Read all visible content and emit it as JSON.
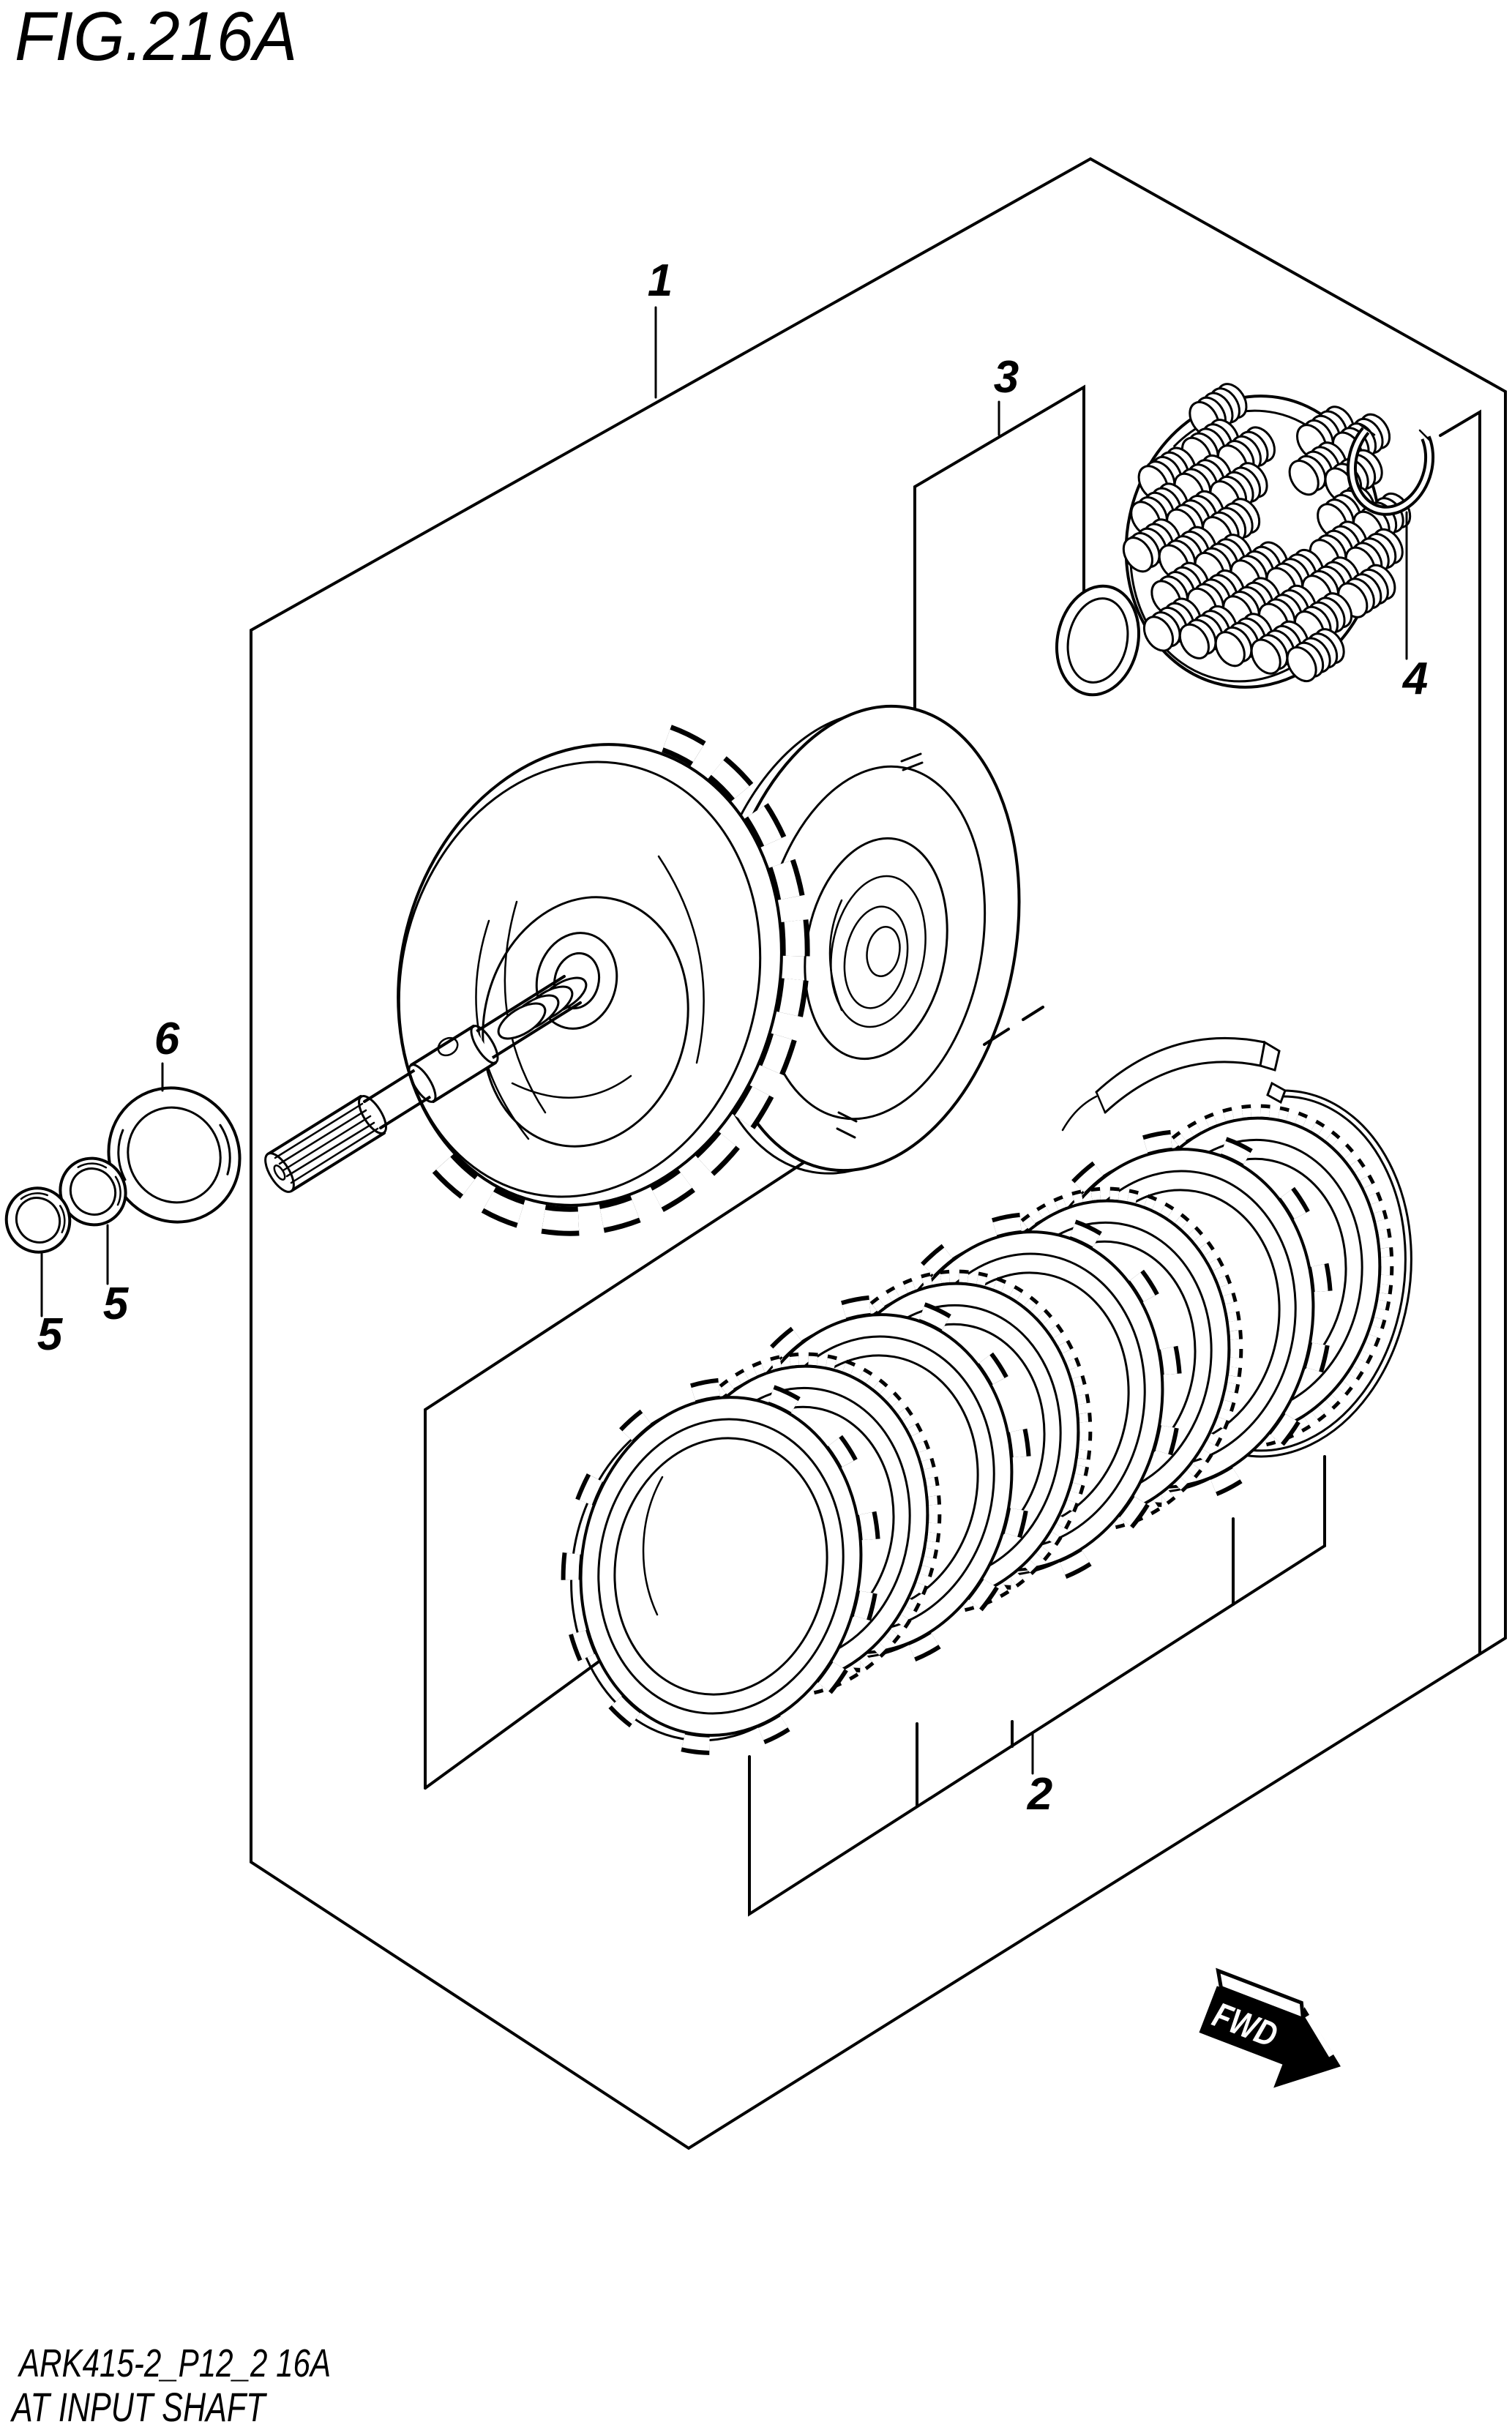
{
  "title": "FIG.216A",
  "footer": {
    "code": "ARK415-2_P12_2 16A",
    "caption": "AT INPUT SHAFT"
  },
  "fwd": {
    "label": "FWD"
  },
  "callouts": [
    {
      "id": "1",
      "label": "1"
    },
    {
      "id": "3",
      "label": "3"
    },
    {
      "id": "4",
      "label": "4"
    },
    {
      "id": "6",
      "label": "6"
    },
    {
      "id": "5a",
      "label": "5"
    },
    {
      "id": "5b",
      "label": "5"
    },
    {
      "id": "2",
      "label": "2"
    }
  ],
  "colors": {
    "line": "#000000",
    "background": "#ffffff",
    "arrow_fill": "#000000",
    "arrow_text": "#ffffff"
  }
}
